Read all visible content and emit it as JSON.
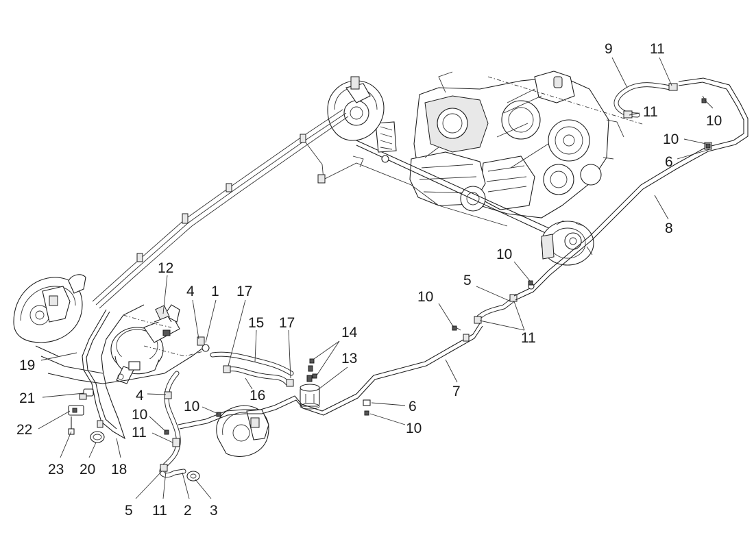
{
  "callouts": [
    {
      "id": "c-9",
      "label": "9"
    },
    {
      "id": "c-11a",
      "label": "11"
    },
    {
      "id": "c-11b",
      "label": "11"
    },
    {
      "id": "c-10a",
      "label": "10"
    },
    {
      "id": "c-10b",
      "label": "10"
    },
    {
      "id": "c-6a",
      "label": "6"
    },
    {
      "id": "c-8",
      "label": "8"
    },
    {
      "id": "c-10c",
      "label": "10"
    },
    {
      "id": "c-5a",
      "label": "5"
    },
    {
      "id": "c-10d",
      "label": "10"
    },
    {
      "id": "c-11c",
      "label": "11"
    },
    {
      "id": "c-12",
      "label": "12"
    },
    {
      "id": "c-4a",
      "label": "4"
    },
    {
      "id": "c-1",
      "label": "1"
    },
    {
      "id": "c-17a",
      "label": "17"
    },
    {
      "id": "c-15",
      "label": "15"
    },
    {
      "id": "c-17b",
      "label": "17"
    },
    {
      "id": "c-14",
      "label": "14"
    },
    {
      "id": "c-13",
      "label": "13"
    },
    {
      "id": "c-7",
      "label": "7"
    },
    {
      "id": "c-19",
      "label": "19"
    },
    {
      "id": "c-4b",
      "label": "4"
    },
    {
      "id": "c-16",
      "label": "16"
    },
    {
      "id": "c-6b",
      "label": "6"
    },
    {
      "id": "c-21",
      "label": "21"
    },
    {
      "id": "c-10e",
      "label": "10"
    },
    {
      "id": "c-10f",
      "label": "10"
    },
    {
      "id": "c-10g",
      "label": "10"
    },
    {
      "id": "c-22",
      "label": "22"
    },
    {
      "id": "c-11d",
      "label": "11"
    },
    {
      "id": "c-23",
      "label": "23"
    },
    {
      "id": "c-20",
      "label": "20"
    },
    {
      "id": "c-18",
      "label": "18"
    },
    {
      "id": "c-5b",
      "label": "5"
    },
    {
      "id": "c-11e",
      "label": "11"
    },
    {
      "id": "c-2",
      "label": "2"
    },
    {
      "id": "c-3",
      "label": "3"
    }
  ]
}
